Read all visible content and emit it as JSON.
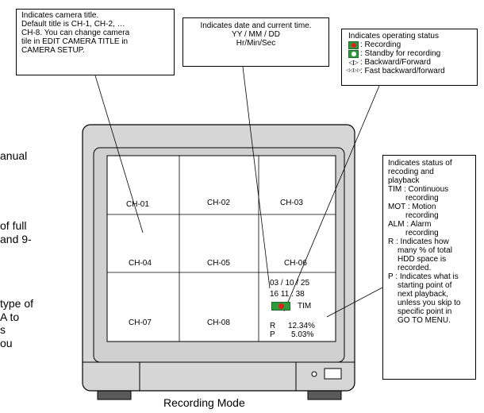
{
  "left_fragments": [
    "anual",
    "of full",
    "and 9-",
    "type of",
    "A to",
    "s",
    "ou"
  ],
  "callouts": {
    "camera_title": [
      "Indicates camera title.",
      "Default title is CH-1, CH-2, …",
      "CH-8. You can change camera",
      "tile in EDIT CAMERA TITLE in",
      "CAMERA SETUP."
    ],
    "date_time": [
      "Indicates date and current time.",
      "YY / MM / DD",
      "Hr/Min/Sec"
    ],
    "operating_status": {
      "title": "Indicates operating status",
      "items": [
        {
          "icon": "recording-icon",
          "glyph": "",
          "label": ": Recording"
        },
        {
          "icon": "standby-icon",
          "glyph": "",
          "label": ": Standby for recording"
        },
        {
          "icon": "backward-forward-icon",
          "glyph": "◁▷",
          "label": ": Backward/Forward"
        },
        {
          "icon": "fast-backward-forward-icon",
          "glyph": "◁◁▷▷",
          "label": ": Fast backward/forward"
        }
      ]
    },
    "rec_status": [
      "Indicates status of",
      "recoding and",
      "playback",
      "TIM : Continuous",
      "recording",
      "MOT : Motion",
      "recording",
      "ALM : Alarm",
      "recording",
      "R : Indicates how",
      "many % of total",
      "HDD space is",
      "recorded.",
      "P : Indicates what is",
      "starting point of",
      "next playback,",
      "unless you skip to",
      "specific point in",
      "GO TO MENU."
    ]
  },
  "tiles": [
    "CH-01",
    "CH-02",
    "CH-03",
    "CH-04",
    "CH-05",
    "CH-06",
    "CH-07",
    "CH-08"
  ],
  "status_overlay": {
    "date": "03 / 10 / 25",
    "time": "16  11 : 38",
    "mode": "TIM",
    "r_label": "R",
    "r_value": "12.34%",
    "p_label": "P",
    "p_value": "5.03%"
  },
  "caption": "Recording Mode",
  "colors": {
    "recording_green": "#2e9a3c",
    "record_dot_red": "#e41e1e",
    "bezel_gray": "#d6d6d6"
  }
}
